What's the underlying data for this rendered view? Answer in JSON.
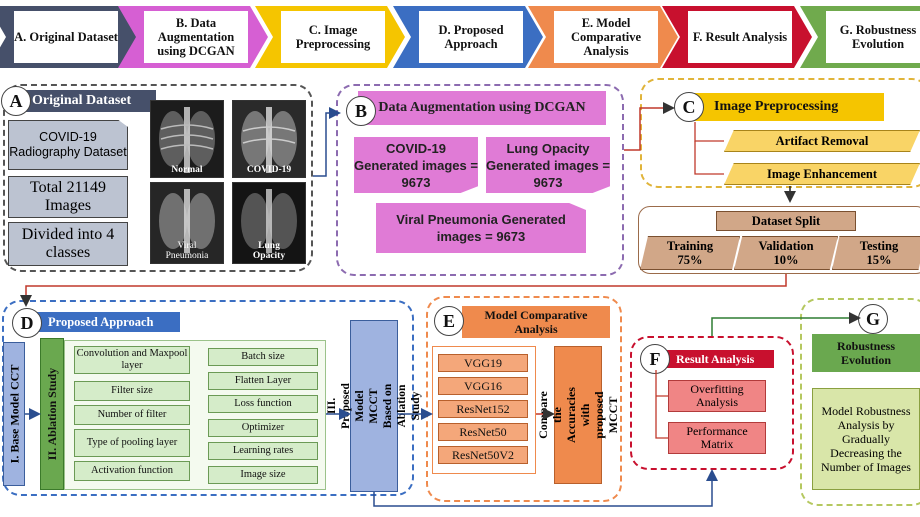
{
  "steps": [
    {
      "label": "A. Original Dataset",
      "color": "#46506a"
    },
    {
      "label": "B. Data Augmentation using DCGAN",
      "color": "#d65fd3"
    },
    {
      "label": "C. Image Preprocessing",
      "color": "#f5c500"
    },
    {
      "label": "D. Proposed Approach",
      "color": "#3b6ec2"
    },
    {
      "label": "E. Model Comparative Analysis",
      "color": "#ef8a4d"
    },
    {
      "label": "F. Result Analysis",
      "color": "#c8102e"
    },
    {
      "label": "G. Robustness Evolution",
      "color": "#70aa4d"
    }
  ],
  "panel_a": {
    "letter": "A",
    "title": "Original Dataset",
    "box1": "COVID-19 Radiography Dataset",
    "box2": "Total 21149 Images",
    "box3": "Divided into 4 classes",
    "images": [
      "Normal",
      "COVID-19",
      "Viral Pneumonia",
      "Lung Opacity"
    ]
  },
  "panel_b": {
    "letter": "B",
    "title": "Data Augmentation using DCGAN",
    "covid": "COVID-19 Generated images = 9673",
    "lung": "Lung Opacity Generated images = 9673",
    "viral": "Viral Pneumonia Generated images = 9673"
  },
  "panel_c": {
    "letter": "C",
    "title": "Image Preprocessing",
    "artifact": "Artifact  Removal",
    "enhance": "Image Enhancement",
    "split_title": "Dataset Split",
    "training": "Training",
    "training_pct": "75%",
    "validation": "Validation",
    "validation_pct": "10%",
    "testing": "Testing",
    "testing_pct": "15%"
  },
  "panel_d": {
    "letter": "D",
    "title": "Proposed Approach",
    "base": "I. Base Model CCT",
    "ablation": "II. Ablation Study",
    "left_items": [
      "Convolution and Maxpool layer",
      "Filter size",
      "Number of filter",
      "Type of pooling layer",
      "Activation function"
    ],
    "right_items": [
      "Batch size",
      "Flatten Layer",
      "Loss function",
      "Optimizer",
      "Learning rates",
      "Image size"
    ],
    "proposed": "III. Proposed Model MCCT Based on Ablation Study"
  },
  "panel_e": {
    "letter": "E",
    "title": "Model Comparative Analysis",
    "models": [
      "VGG19",
      "VGG16",
      "ResNet152",
      "ResNet50",
      "ResNet50V2"
    ],
    "compare": "Compare the Accuracies with proposed MCCT"
  },
  "panel_f": {
    "letter": "F",
    "title": "Result Analysis",
    "overfit": "Overfitting Analysis",
    "perf": "Performance Matrix"
  },
  "panel_g": {
    "letter": "G",
    "title": "Robustness Evolution",
    "desc": "Model Robustness Analysis by Gradually Decreasing the Number of Images"
  }
}
